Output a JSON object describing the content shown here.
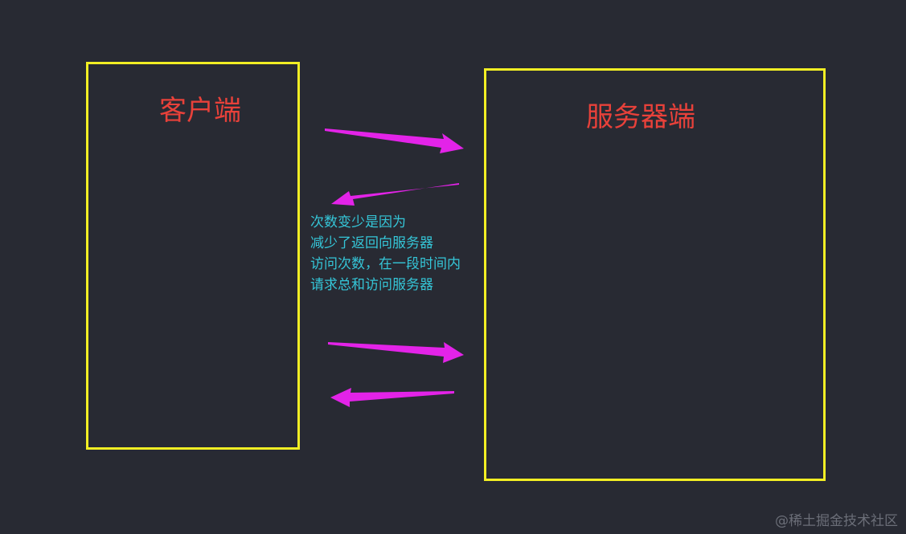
{
  "client": {
    "title": "客户端"
  },
  "server": {
    "title": "服务器端"
  },
  "note": {
    "lines": [
      "次数变少是因为",
      "减少了返回向服务器",
      "访问次数，在一段时间内",
      "请求总和访问服务器"
    ]
  },
  "watermark": "@稀土掘金技术社区",
  "colors": {
    "background": "#282a33",
    "box_border": "#f2ee24",
    "title": "#e8413a",
    "note": "#35c6d8",
    "arrow": "#e323e8"
  }
}
